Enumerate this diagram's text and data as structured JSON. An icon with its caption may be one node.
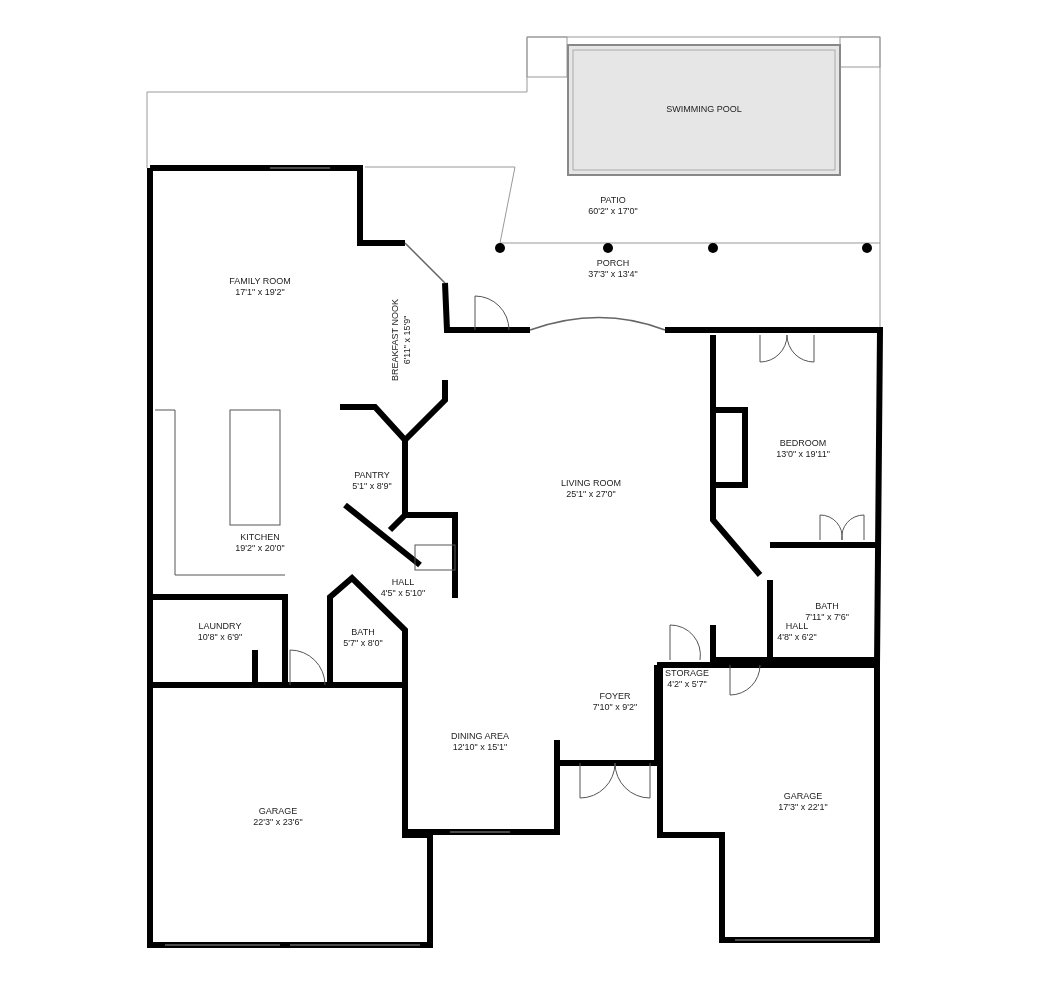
{
  "diagram": {
    "labels": [
      "SWIMMING POOL",
      "PATIO",
      "60'2\" x 17'0\"",
      "PORCH",
      "37'3\" x 13'4\"",
      "FAMILY ROOM",
      "17'1\" x 19'2\"",
      "BREAKFAST NOOK",
      "6'11\" x 15'9\"",
      "BEDROOM",
      "13'0\" x 19'11\"",
      "PANTRY",
      "5'1\" x 8'9\"",
      "LIVING ROOM",
      "25'1\" x 27'0\"",
      "KITCHEN",
      "19'2\" x 20'0\"",
      "HALL",
      "4'5\" x 5'10\"",
      "BATH",
      "7'11\" x 7'6\"",
      "LAUNDRY",
      "10'8\" x 6'9\"",
      "HALL",
      "4'8\" x 6'2\"",
      "BATH",
      "5'7\" x 8'0\"",
      "STORAGE",
      "4'2\" x 5'7\"",
      "FOYER",
      "7'10\" x 9'2\"",
      "DINING AREA",
      "12'10\" x 15'1\"",
      "GARAGE",
      "17'3\" x 22'1\"",
      "GARAGE",
      "22'3\" x 23'6\""
    ]
  }
}
